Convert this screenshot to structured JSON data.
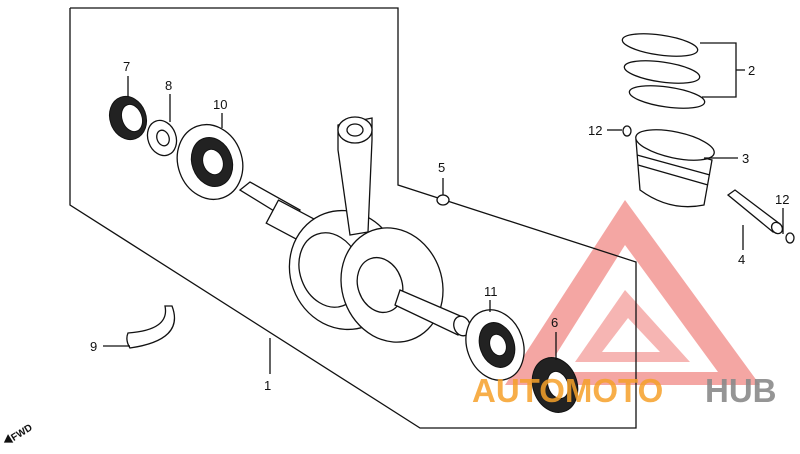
{
  "callouts": [
    {
      "id": "p1",
      "label": "1"
    },
    {
      "id": "p2",
      "label": "2"
    },
    {
      "id": "p3",
      "label": "3"
    },
    {
      "id": "p4",
      "label": "4"
    },
    {
      "id": "p5",
      "label": "5"
    },
    {
      "id": "p6",
      "label": "6"
    },
    {
      "id": "p7",
      "label": "7"
    },
    {
      "id": "p8",
      "label": "8"
    },
    {
      "id": "p9",
      "label": "9"
    },
    {
      "id": "p10",
      "label": "10"
    },
    {
      "id": "p11",
      "label": "11"
    },
    {
      "id": "p12a",
      "label": "12"
    },
    {
      "id": "p12b",
      "label": "12"
    }
  ],
  "direction_mark": "FWD",
  "watermark": {
    "text_orange": "AUTOMOTO",
    "text_gray": "HUB",
    "color_red": "#e8403a",
    "color_orange": "#f6a12a",
    "color_gray": "#8a8a8a"
  }
}
